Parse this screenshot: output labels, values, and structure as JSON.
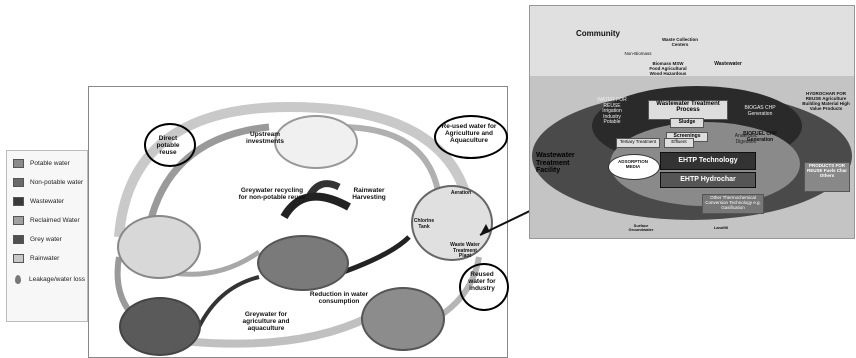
{
  "legend": {
    "items": [
      {
        "label": "Potable water",
        "color": "#8a8a8a"
      },
      {
        "label": "Non-potable water",
        "color": "#6a6a6a"
      },
      {
        "label": "Wastewater",
        "color": "#3a3a3a"
      },
      {
        "label": "Reclaimed Water",
        "color": "#a0a0a0"
      },
      {
        "label": "Grey water",
        "color": "#505050"
      },
      {
        "label": "Rainwater",
        "color": "#c8c8c8"
      },
      {
        "label": "Leakage/water loss",
        "color": "#777777"
      }
    ]
  },
  "left_diagram": {
    "direct_potable": "Direct potable reuse",
    "upstream": "Upstream investments",
    "reaused_agri": "Re-used water for Agriculture and Aquaculture",
    "rainwater": "Rainwater Harvesting",
    "greywater_recycling": "Greywater recycling for non-potable reuse",
    "reduction": "Reduction in water consumption",
    "greywater_agri": "Greywater for agriculture and aquaculture",
    "reused_industry": "Reused water for industry",
    "aeration": "Aeration",
    "chlorine": "Chlorine Tank",
    "wwtp": "Waste Water Treatment Plant"
  },
  "right_diagram": {
    "community": "Community",
    "waste_collection": "Waste Collection Centers",
    "non_biomass": "Non-Biomass",
    "biomass": "Biomass MSW Food Agricultural Wood Hazardous",
    "wastewater": "Wastewater",
    "water_for_reuse": "WATER FOR REUSE Irrigation Industry Potable",
    "wwt_process": "Wastewater Treatment Process",
    "sludge": "Sludge",
    "screenings": "Screenings",
    "biogas": "BIOGAS CHP Generation",
    "biofuel": "BIOFUEL CHP Generation",
    "hydrochar_reuse": "HYDROCHAR FOR REUSE Agriculture Building Material High Value Products",
    "tertiary": "Tertiary Treatment",
    "effluent": "Effluent",
    "anaerobic": "Anaerobic Digestion",
    "facility": "Wastewater Treatment Facility",
    "adsorption": "ADSORPTION MEDIA",
    "ehtp_tech": "EHTP Technology",
    "ehtp_hydrochar": "EHTP Hydrochar",
    "products": "PRODUCTS FOR REUSE Fuels Char Others",
    "other_thermo": "Other Thermochemical Conversion Technology e.g. Gasification",
    "surface": "Surface Groundwater",
    "landfill": "Landfill"
  }
}
